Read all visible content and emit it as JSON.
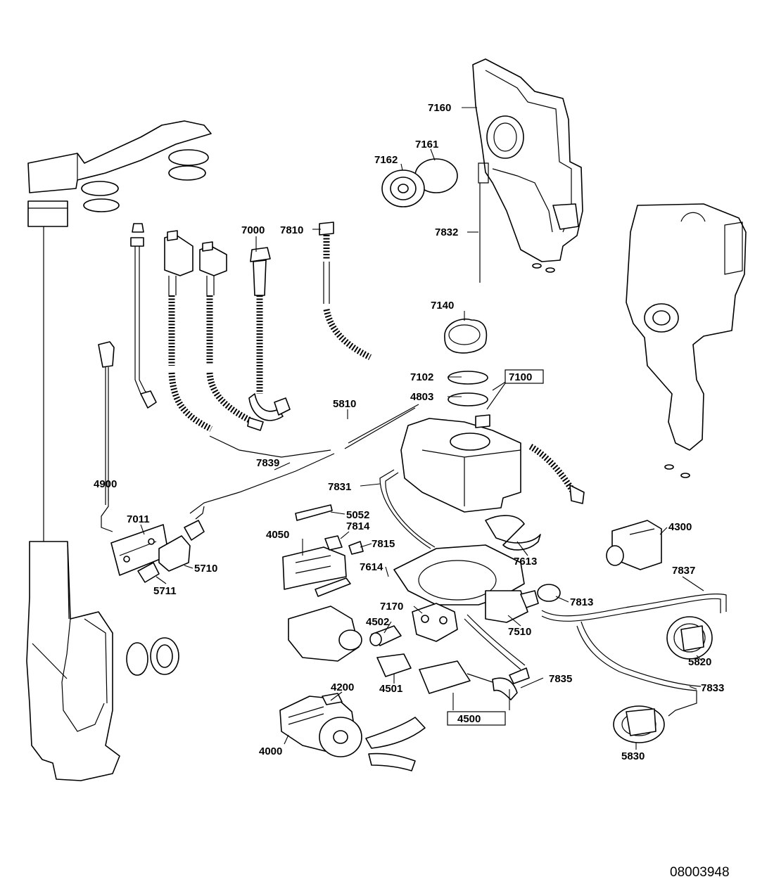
{
  "diagram": {
    "drawing_code": "08003948",
    "labels": [
      "7160",
      "7161",
      "7162",
      "7832",
      "7000",
      "7810",
      "7140",
      "7102",
      "7100",
      "4803",
      "5810",
      "4900",
      "7839",
      "7831",
      "5052",
      "7814",
      "4050",
      "7815",
      "7614",
      "7011",
      "5710",
      "5711",
      "7613",
      "4300",
      "7837",
      "7813",
      "7170",
      "4502",
      "7510",
      "5820",
      "4501",
      "7835",
      "4200",
      "4500",
      "7833",
      "4000",
      "5830"
    ]
  }
}
